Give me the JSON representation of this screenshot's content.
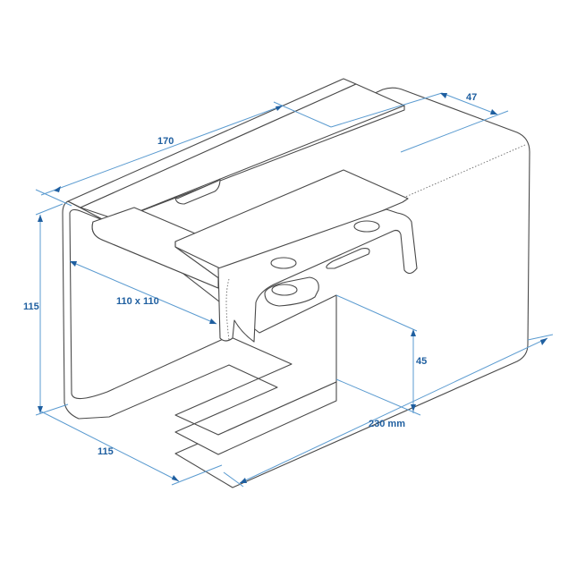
{
  "diagram": {
    "title": "Hitch lock box technical drawing",
    "colors": {
      "outline": "#4a4a4a",
      "dimension_line": "#5b9bd0",
      "dimension_text": "#1f5fa0",
      "background": "#ffffff"
    },
    "dimensions": {
      "top_length": "170",
      "top_tab_width": "47",
      "inner_opening": "110 x 110",
      "height": "115",
      "depth": "115",
      "slot_height": "45",
      "total_length": "230 mm"
    }
  }
}
